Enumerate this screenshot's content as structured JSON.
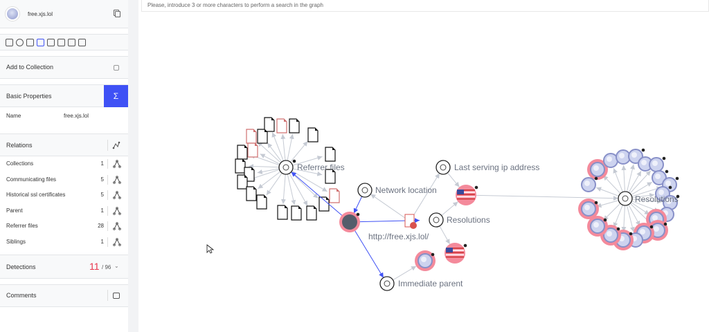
{
  "header": {
    "title": "free.xjs.lol"
  },
  "toolbar": {
    "icons": [
      "summary-icon",
      "expand-icon",
      "focus-icon",
      "group-icon",
      "highlight-icon",
      "tree-icon",
      "tree-filled-icon",
      "delete-icon"
    ]
  },
  "collection": {
    "label": "Add to Collection"
  },
  "basic": {
    "title": "Basic Properties",
    "name_label": "Name",
    "name_value": "free.xjs.lol"
  },
  "relations": {
    "title": "Relations",
    "items": [
      {
        "label": "Collections",
        "count": "1"
      },
      {
        "label": "Communicating files",
        "count": "5"
      },
      {
        "label": "Historical ssl certificates",
        "count": "5"
      },
      {
        "label": "Parent",
        "count": "1"
      },
      {
        "label": "Referrer files",
        "count": "28"
      },
      {
        "label": "Siblings",
        "count": "1"
      }
    ]
  },
  "detections": {
    "title": "Detections",
    "positives": "11",
    "total": "/ 96"
  },
  "comments": {
    "title": "Comments"
  },
  "search": {
    "placeholder": "Please, introduce 3 or more characters to perform a search in the graph"
  },
  "graph": {
    "labels": {
      "referrer": "Referrer files",
      "network": "Network location",
      "last_ip": "Last serving ip address",
      "resolutions": "Resolutions",
      "url": "http://free.xjs.lol/",
      "parent": "Immediate parent",
      "resol_right": "Resolutions"
    },
    "colors": {
      "accent": "#3f51f5",
      "edge": "#c5cad3",
      "alert": "#f48a9b",
      "red": "#d9534f"
    }
  }
}
